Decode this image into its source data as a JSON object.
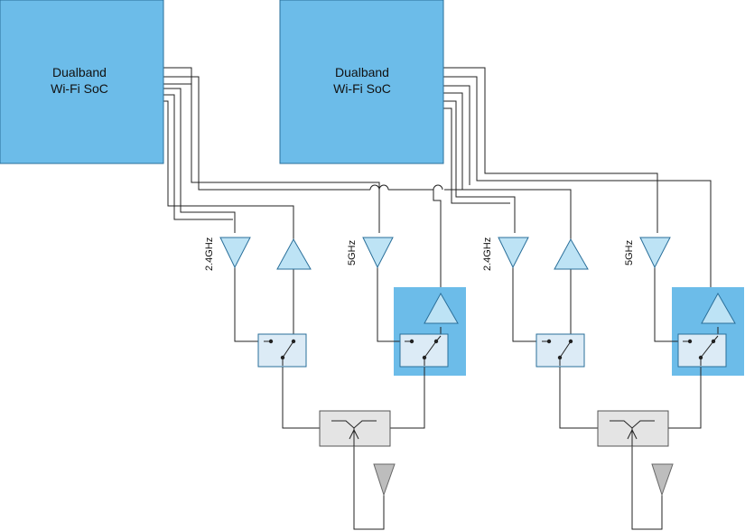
{
  "colors": {
    "soc_fill": "#6cbce9",
    "soc_stroke": "#2a6f9a",
    "highlight_fill": "#6cbce9",
    "amp_fill": "#bde3f5",
    "amp_stroke": "#2a6f9a",
    "switch_fill": "#dcebf6",
    "diplexer_fill": "#e4e4e4",
    "antenna_fill": "#bdbdbd",
    "wire": "#222222"
  },
  "socs": [
    {
      "line1": "Dualband",
      "line2": "Wi-Fi SoC"
    },
    {
      "line1": "Dualband",
      "line2": "Wi-Fi SoC"
    }
  ],
  "bands": [
    {
      "label": "2.4GHz"
    },
    {
      "label": "5GHz"
    },
    {
      "label": "2.4GHz"
    },
    {
      "label": "5GHz"
    }
  ]
}
